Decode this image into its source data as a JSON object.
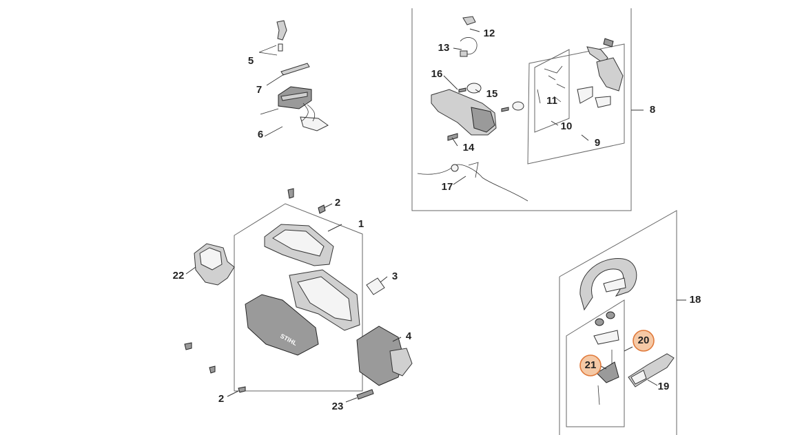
{
  "labels": {
    "l1": "1",
    "l2a": "2",
    "l2b": "2",
    "l3": "3",
    "l4": "4",
    "l5": "5",
    "l6": "6",
    "l7": "7",
    "l8": "8",
    "l9": "9",
    "l10": "10",
    "l11": "11",
    "l12": "12",
    "l13": "13",
    "l14": "14",
    "l15": "15",
    "l16": "16",
    "l17": "17",
    "l18": "18",
    "l19": "19",
    "l20": "20",
    "l21": "21",
    "l22": "22",
    "l23": "23"
  },
  "highlighted_parts": [
    "20",
    "21"
  ],
  "colors": {
    "highlight_fill": "#f5c9a6",
    "highlight_stroke": "#e0793a",
    "line": "#333333"
  },
  "housing_brand_text": "STIHL"
}
